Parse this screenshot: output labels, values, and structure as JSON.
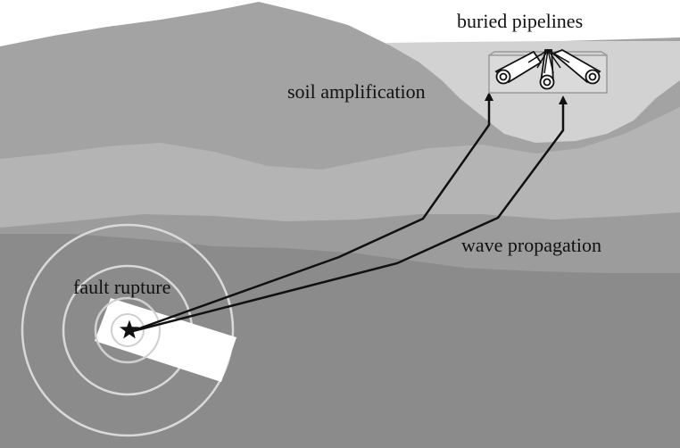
{
  "labels": {
    "pipelines": "buried pipelines",
    "soil": "soil amplification",
    "wave": "wave propagation",
    "fault": "fault rupture"
  },
  "colors": {
    "sky": "#ffffff",
    "mountain": "#a3a3a3",
    "basin": "#d2d2d2",
    "middle_layer": "#b4b4b4",
    "lower_layer": "#9c9c9c",
    "bedrock": "#8b8b8b",
    "fault_plane": "#ffffff",
    "rings": "#d9d9d9",
    "rays": "#111111"
  },
  "icons": {
    "epicenter": "star-icon",
    "pipes": "pipe-cross-section-icon"
  }
}
